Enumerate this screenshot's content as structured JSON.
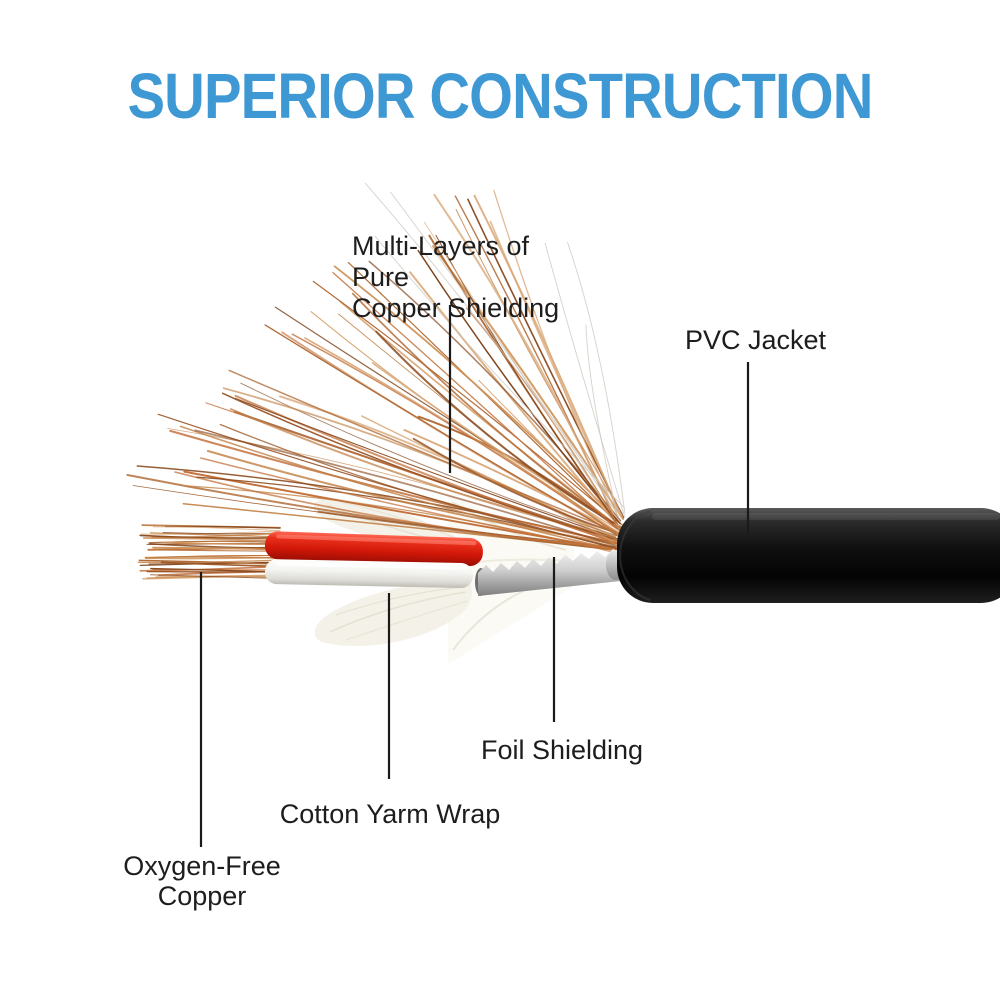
{
  "title": {
    "text": "SUPERIOR CONSTRUCTION",
    "color": "#3e98d3"
  },
  "labels": {
    "copper_shielding": {
      "line1": "Multi-Layers of Pure",
      "line2": "Copper Shielding"
    },
    "pvc_jacket": "PVC Jacket",
    "foil_shielding": "Foil Shielding",
    "cotton_yarm_wrap": "Cotton Yarm Wrap",
    "oxygen_free_copper": {
      "line1": "Oxygen-Free",
      "line2": "Copper"
    }
  },
  "colors": {
    "title_blue": "#3e98d3",
    "label_text": "#1d1d1d",
    "leader_line": "#1a1a1a",
    "jacket_black": "#0a0a0a",
    "wire_red": "#d91708",
    "wire_white": "#f2f1ec",
    "foil_silver": "#c2c2c2",
    "cotton_cream": "#f4f2e8",
    "copper_palette": [
      "#b06a35",
      "#c07e42",
      "#9a5526",
      "#cf9258",
      "#8a4a20",
      "#c2703a",
      "#d9a878",
      "#7c4218"
    ],
    "faint_strand": "#ccc5bd"
  }
}
